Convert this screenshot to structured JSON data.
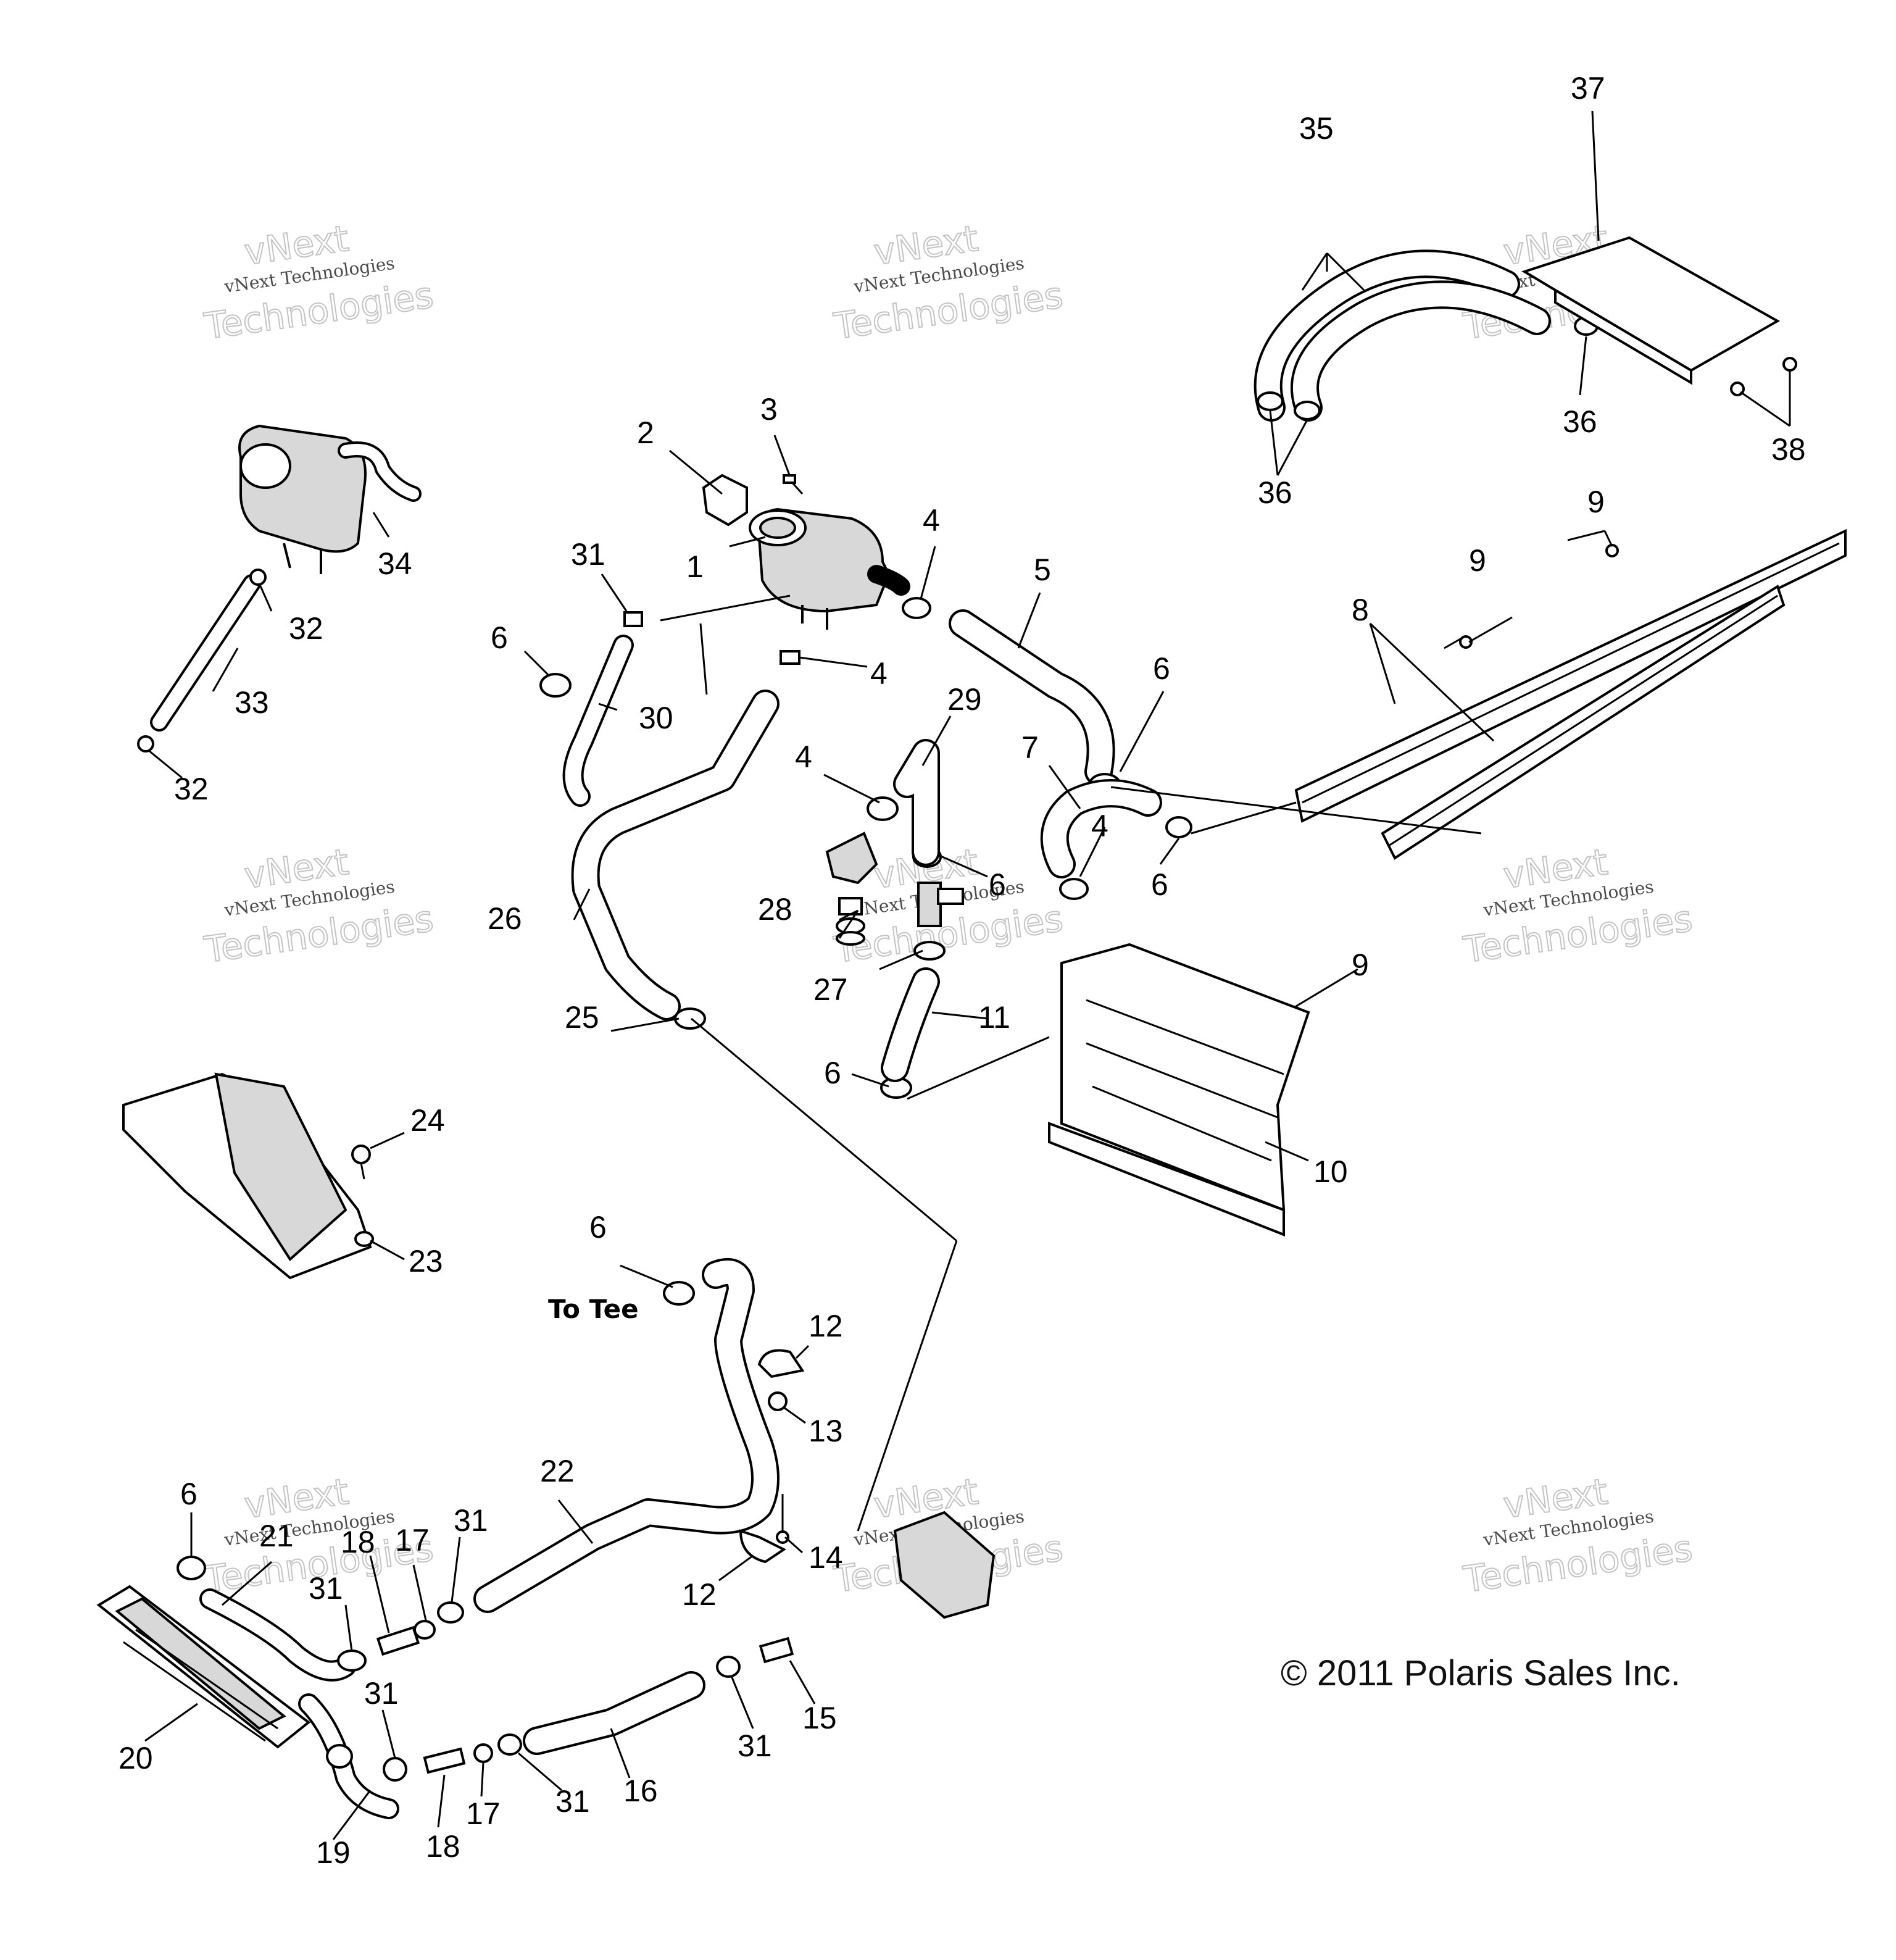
{
  "callouts": [
    "1",
    "2",
    "3",
    "4",
    "5",
    "6",
    "7",
    "8",
    "9",
    "10",
    "11",
    "12",
    "13",
    "14",
    "15",
    "16",
    "17",
    "18",
    "19",
    "20",
    "21",
    "22",
    "23",
    "24",
    "25",
    "26",
    "27",
    "28",
    "29",
    "30",
    "31",
    "32",
    "33",
    "34",
    "35",
    "36",
    "37",
    "38"
  ],
  "note_to_tee": "To Tee",
  "watermark": {
    "line1": "vNext",
    "line2": "vNext Technologies",
    "line3": "Technologies"
  },
  "copyright": "© 2011 Polaris Sales Inc."
}
